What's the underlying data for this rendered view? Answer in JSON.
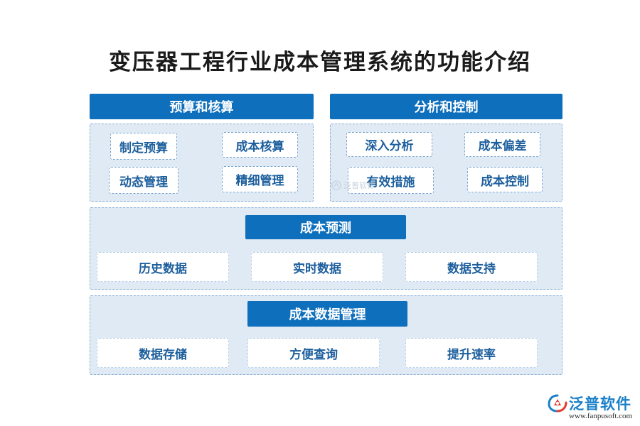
{
  "title": "变压器工程行业成本管理系统的功能介绍",
  "sections": {
    "budget": {
      "header": "预算和核算",
      "items": [
        "制定预算",
        "成本核算",
        "动态管理",
        "精细管理"
      ]
    },
    "analysis": {
      "header": "分析和控制",
      "items": [
        "深入分析",
        "成本偏差",
        "有效措施",
        "成本控制"
      ]
    },
    "forecast": {
      "header": "成本预测",
      "items": [
        "历史数据",
        "实时数据",
        "数据支持"
      ]
    },
    "data_management": {
      "header": "成本数据管理",
      "items": [
        "数据存储",
        "方便查询",
        "提升速率"
      ]
    }
  },
  "watermark": {
    "text": "泛普软件"
  },
  "brand": {
    "name": "泛普软件",
    "url": "www.fanpusoft.com",
    "icon": "fanpu-logo-icon",
    "color": "#1a7fc8"
  },
  "colors": {
    "header_bg": "#0e6fbd",
    "panel_bg": "#dfeaf5",
    "item_text": "#1d5f9d"
  }
}
